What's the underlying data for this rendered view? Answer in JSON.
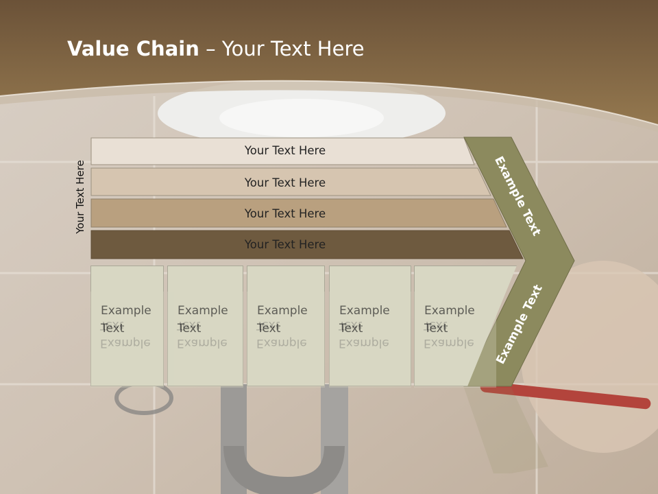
{
  "slide": {
    "title_bold": "Value Chain",
    "title_rest": " – Your Text Here",
    "vertical_label": "Your Text Here"
  },
  "bands": [
    {
      "label": "Your Text Here",
      "color": "#e9e0d5"
    },
    {
      "label": "Your Text Here",
      "color": "#d6c5b0"
    },
    {
      "label": "Your Text Here",
      "color": "#b9a07f"
    },
    {
      "label": "Your Text Here",
      "color": "#6e5a3f"
    }
  ],
  "cells": [
    {
      "label": "Example\nText"
    },
    {
      "label": "Example\nText"
    },
    {
      "label": "Example\nText"
    },
    {
      "label": "Example\nText"
    },
    {
      "label": "Example\nText"
    }
  ],
  "chevron": {
    "upper_label": "Example Text",
    "lower_label": "Example Text",
    "color": "#8c8a5e"
  },
  "colors": {
    "header_brown": "#8a6a47",
    "cell_fill": "#d8d7c3"
  }
}
